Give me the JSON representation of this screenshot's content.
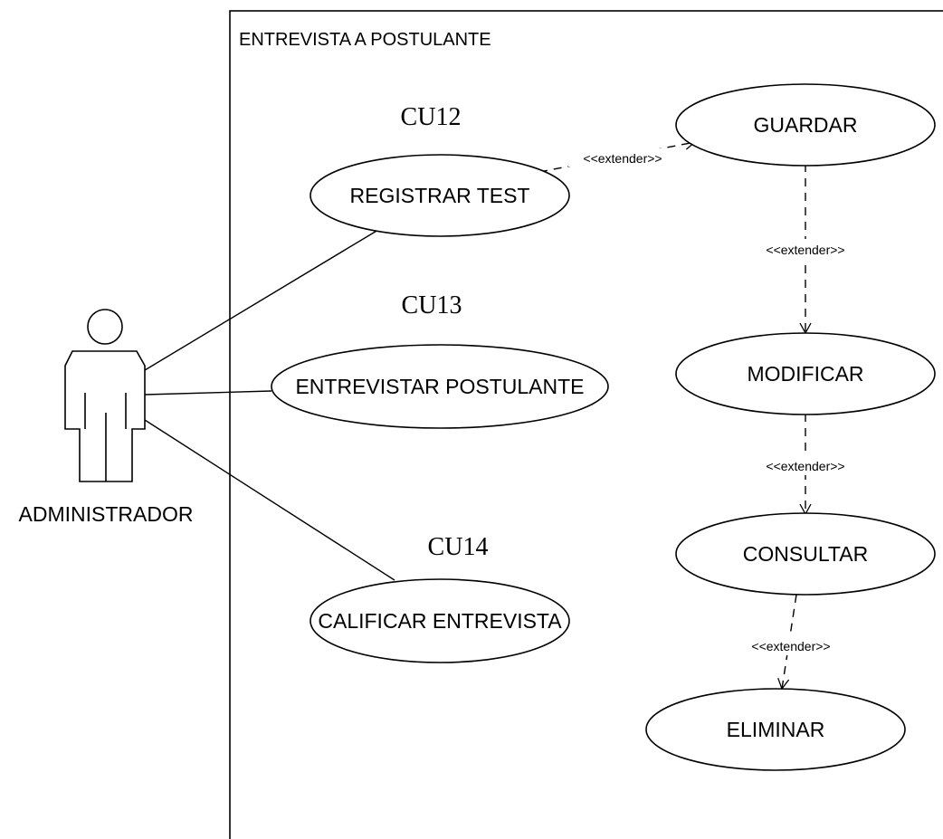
{
  "system": {
    "title": "ENTREVISTA A POSTULANTE"
  },
  "actor": {
    "label": "ADMINISTRADOR"
  },
  "use_cases": {
    "registrar": {
      "id": "CU12",
      "label": "REGISTRAR TEST"
    },
    "entrevistar": {
      "id": "CU13",
      "label": "ENTREVISTAR POSTULANTE"
    },
    "calificar": {
      "id": "CU14",
      "label": "CALIFICAR ENTREVISTA"
    },
    "guardar": {
      "label": "GUARDAR"
    },
    "modificar": {
      "label": "MODIFICAR"
    },
    "consultar": {
      "label": "CONSULTAR"
    },
    "eliminar": {
      "label": "ELIMINAR"
    }
  },
  "relations": {
    "extend_1": "<<extender>>",
    "extend_2": "<<extender>>",
    "extend_3": "<<extender>>",
    "extend_4": "<<extender>>"
  }
}
